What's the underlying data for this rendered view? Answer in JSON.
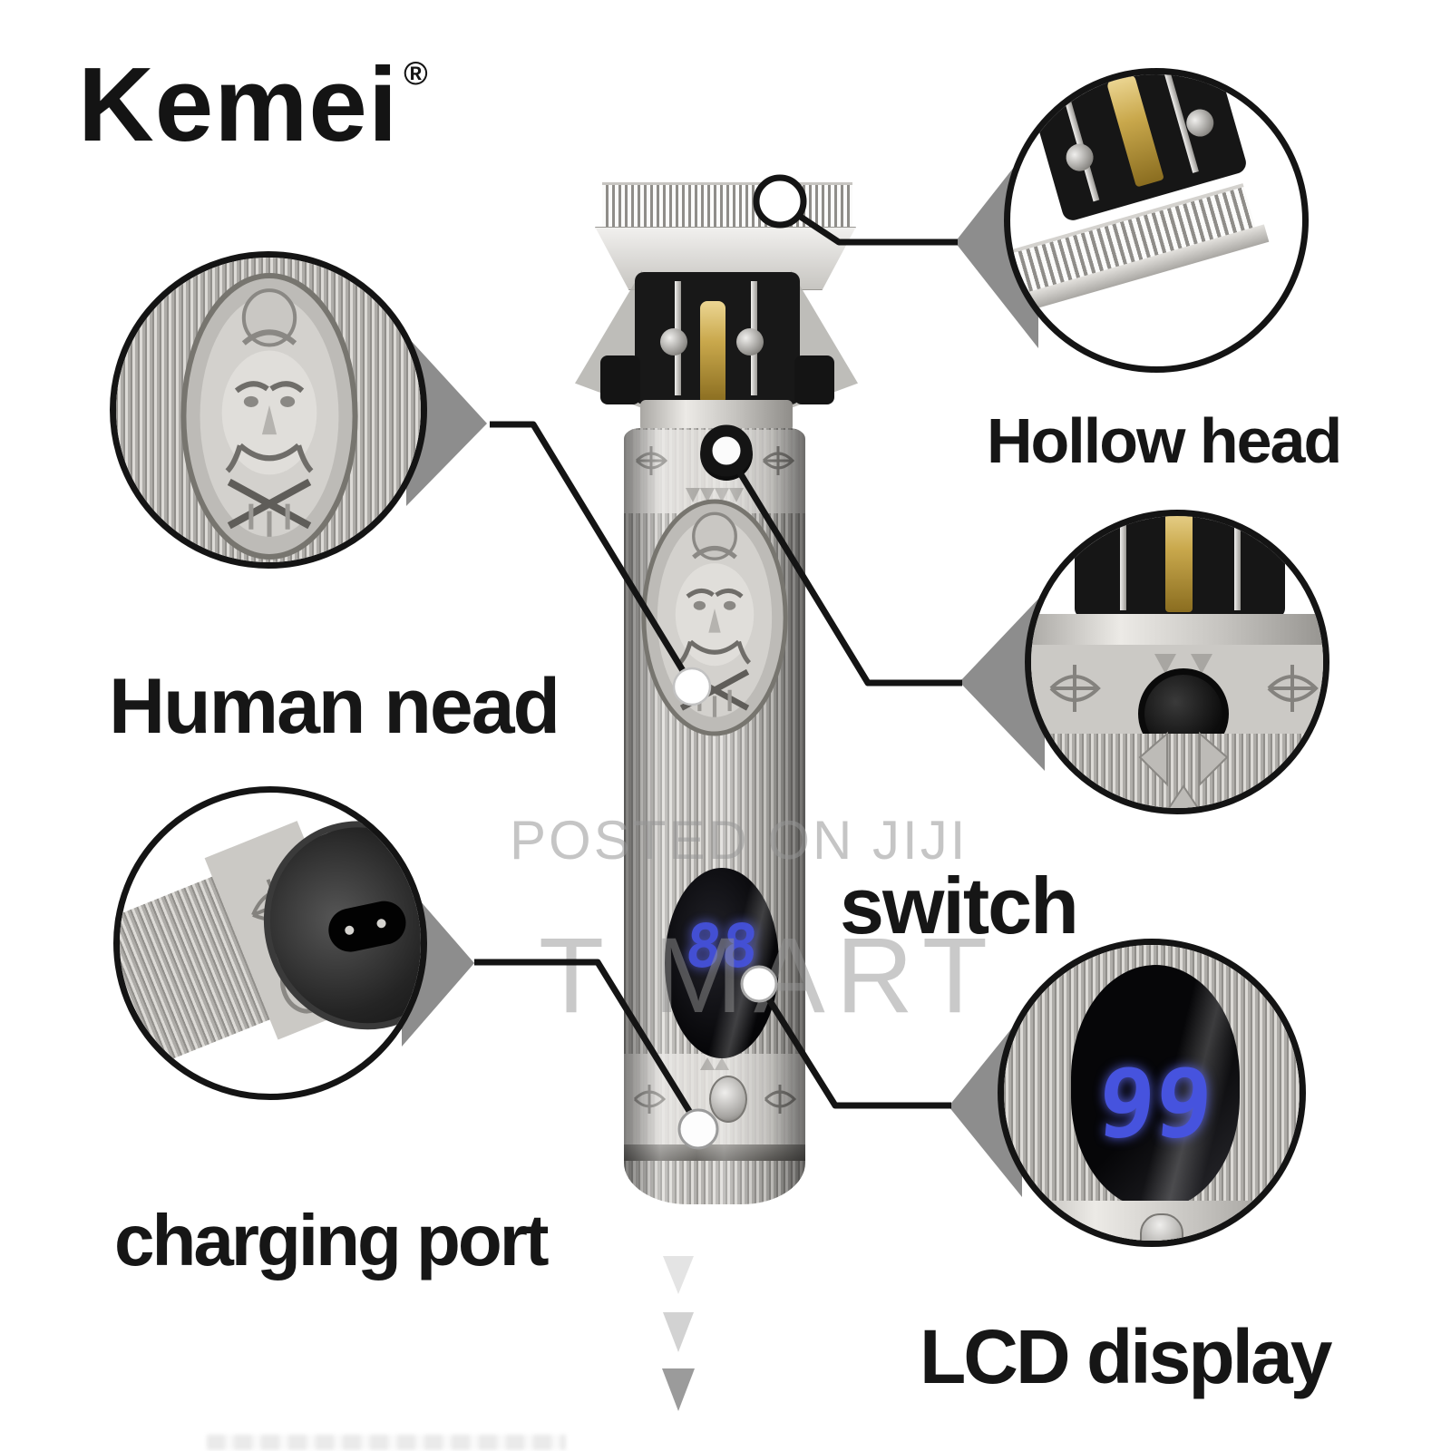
{
  "brand": {
    "name": "Kemei",
    "registered_mark": "®"
  },
  "callout_labels": {
    "hollow_head": "Hollow head",
    "human_head": "Human nead",
    "switch": "switch",
    "charging_port": "charging port",
    "lcd_display": "LCD display"
  },
  "watermarks": {
    "site": "POSTED ON JIJI",
    "seller": "T MART"
  },
  "lcd": {
    "zoom_value": "99",
    "body_value": "88"
  },
  "indicators": {
    "down_arrow_count": 3
  },
  "colors": {
    "background": "#ffffff",
    "label_text": "#161616",
    "callout_line": "#141414",
    "callout_wedge": "#8d8d8d",
    "lcd_digits": "#4653de",
    "gold_pin": "#c9a84c",
    "watermark_gray": "#b9b9b9",
    "body_silver": "#c6c4c0"
  },
  "icons": {
    "blade_detail": "trimmer-blade-closeup-icon",
    "human_head_detail": "engraved-face-closeup-icon",
    "switch_detail": "power-switch-closeup-icon",
    "charging_port_detail": "charging-port-closeup-icon",
    "lcd_detail": "lcd-display-closeup-icon",
    "down_arrows": "triple-down-arrow-icon"
  }
}
